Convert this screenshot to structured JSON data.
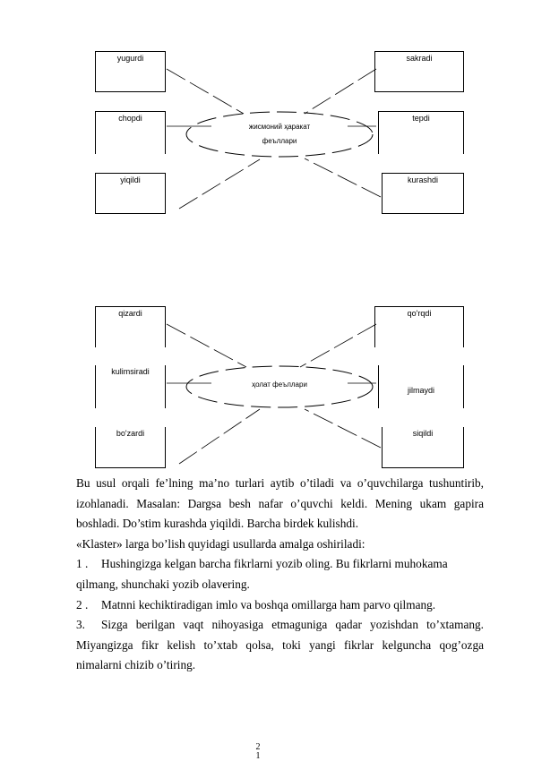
{
  "diagram1": {
    "center": [
      "жисмоний ҳаракат",
      "феъллари"
    ],
    "boxes": {
      "top_left": "yugurdi",
      "top_right": "sakradi",
      "mid_left": "chopdi",
      "mid_right": "tepdi",
      "bottom_left": "yiqildi",
      "bottom_right": "kurashdi"
    }
  },
  "diagram2": {
    "center": "ҳолат феъллари",
    "boxes": {
      "top_left": "qizardi",
      "top_right": "qo'rqdi",
      "mid_left": "kulimsiradi",
      "mid_right": "jilmaydi",
      "bottom_left": "bo'zardi",
      "bottom_right": "siqildi"
    }
  },
  "paragraph": {
    "line1": "Bu usul orqali fe’lning ma’no turlari aytib o’tiladi va o’quvchilarga tushuntirib,",
    "line2": "izohlanadi. Masalan: Dargsa besh nafar o’quvchi keldi. Mening ukam gapira",
    "line3": "boshladi. Do’stim kurashda yiqildi. Barcha birdek kulishdi."
  },
  "intro": "«Klaster» larga bo’lish quyidagi usullarda amalga oshiriladi:",
  "list": [
    {
      "num": "1 .",
      "line1": "Hushingizga kelgan barcha fikrlarni yozib oling. Bu fikrlarni muhokama",
      "line2": "qilmang, shunchaki yozib olavering."
    },
    {
      "num": "2 .",
      "line1": "Matnni kechiktiradigan imlo va boshqa omillarga ham parvo qilmang."
    },
    {
      "num": "3.",
      "line1": "Sizga berilgan vaqt nihoyasiga etmaguniga qadar yozishdan to’xtamang.",
      "line2": "Miyangizga fikr kelish to’xtab qolsa, toki yangi fikrlar kelguncha qog’ozga",
      "line3": "nimalarni chizib o’tiring."
    }
  ],
  "page_number": [
    "2",
    "1"
  ]
}
